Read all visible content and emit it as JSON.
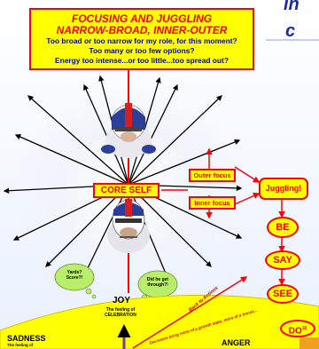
{
  "title": {
    "line1": "FOCUSING AND JUGGLING",
    "line2": "NARROW-BROAD, INNER-OUTER",
    "questions": [
      "Too broad or too narrow for my role, for this moment?",
      "Too many or too few options?",
      "Energy too intense...or too little...too spread out?"
    ]
  },
  "corner_text": [
    "in",
    "c"
  ],
  "core_self": "CORE SELF",
  "outer_focus": "Outer focus",
  "inner_focus": "Inner focus",
  "juggling": "Juggling!",
  "steps": [
    "BE",
    "SAY",
    "SEE",
    "DO"
  ],
  "do_superscript": "10",
  "clouds": {
    "left": [
      "Yards?",
      "Score?!"
    ],
    "right": [
      "Did he get",
      "through?!"
    ]
  },
  "joy": {
    "label": "JOY",
    "sub": [
      "The feeling of",
      "CELEBRATION"
    ]
  },
  "sadness": {
    "label": "SADNESS",
    "sub": "The feeling of"
  },
  "anger": "ANGER",
  "decisions_text": "Decisions bring more of a growth state, more of a bonus...",
  "back_text": "Back to Actions",
  "colors": {
    "accent_red": "#ff0000",
    "box_yellow": "#ffff00",
    "question_blue": "#0000aa",
    "cloud_green": "#b9ee6a"
  }
}
